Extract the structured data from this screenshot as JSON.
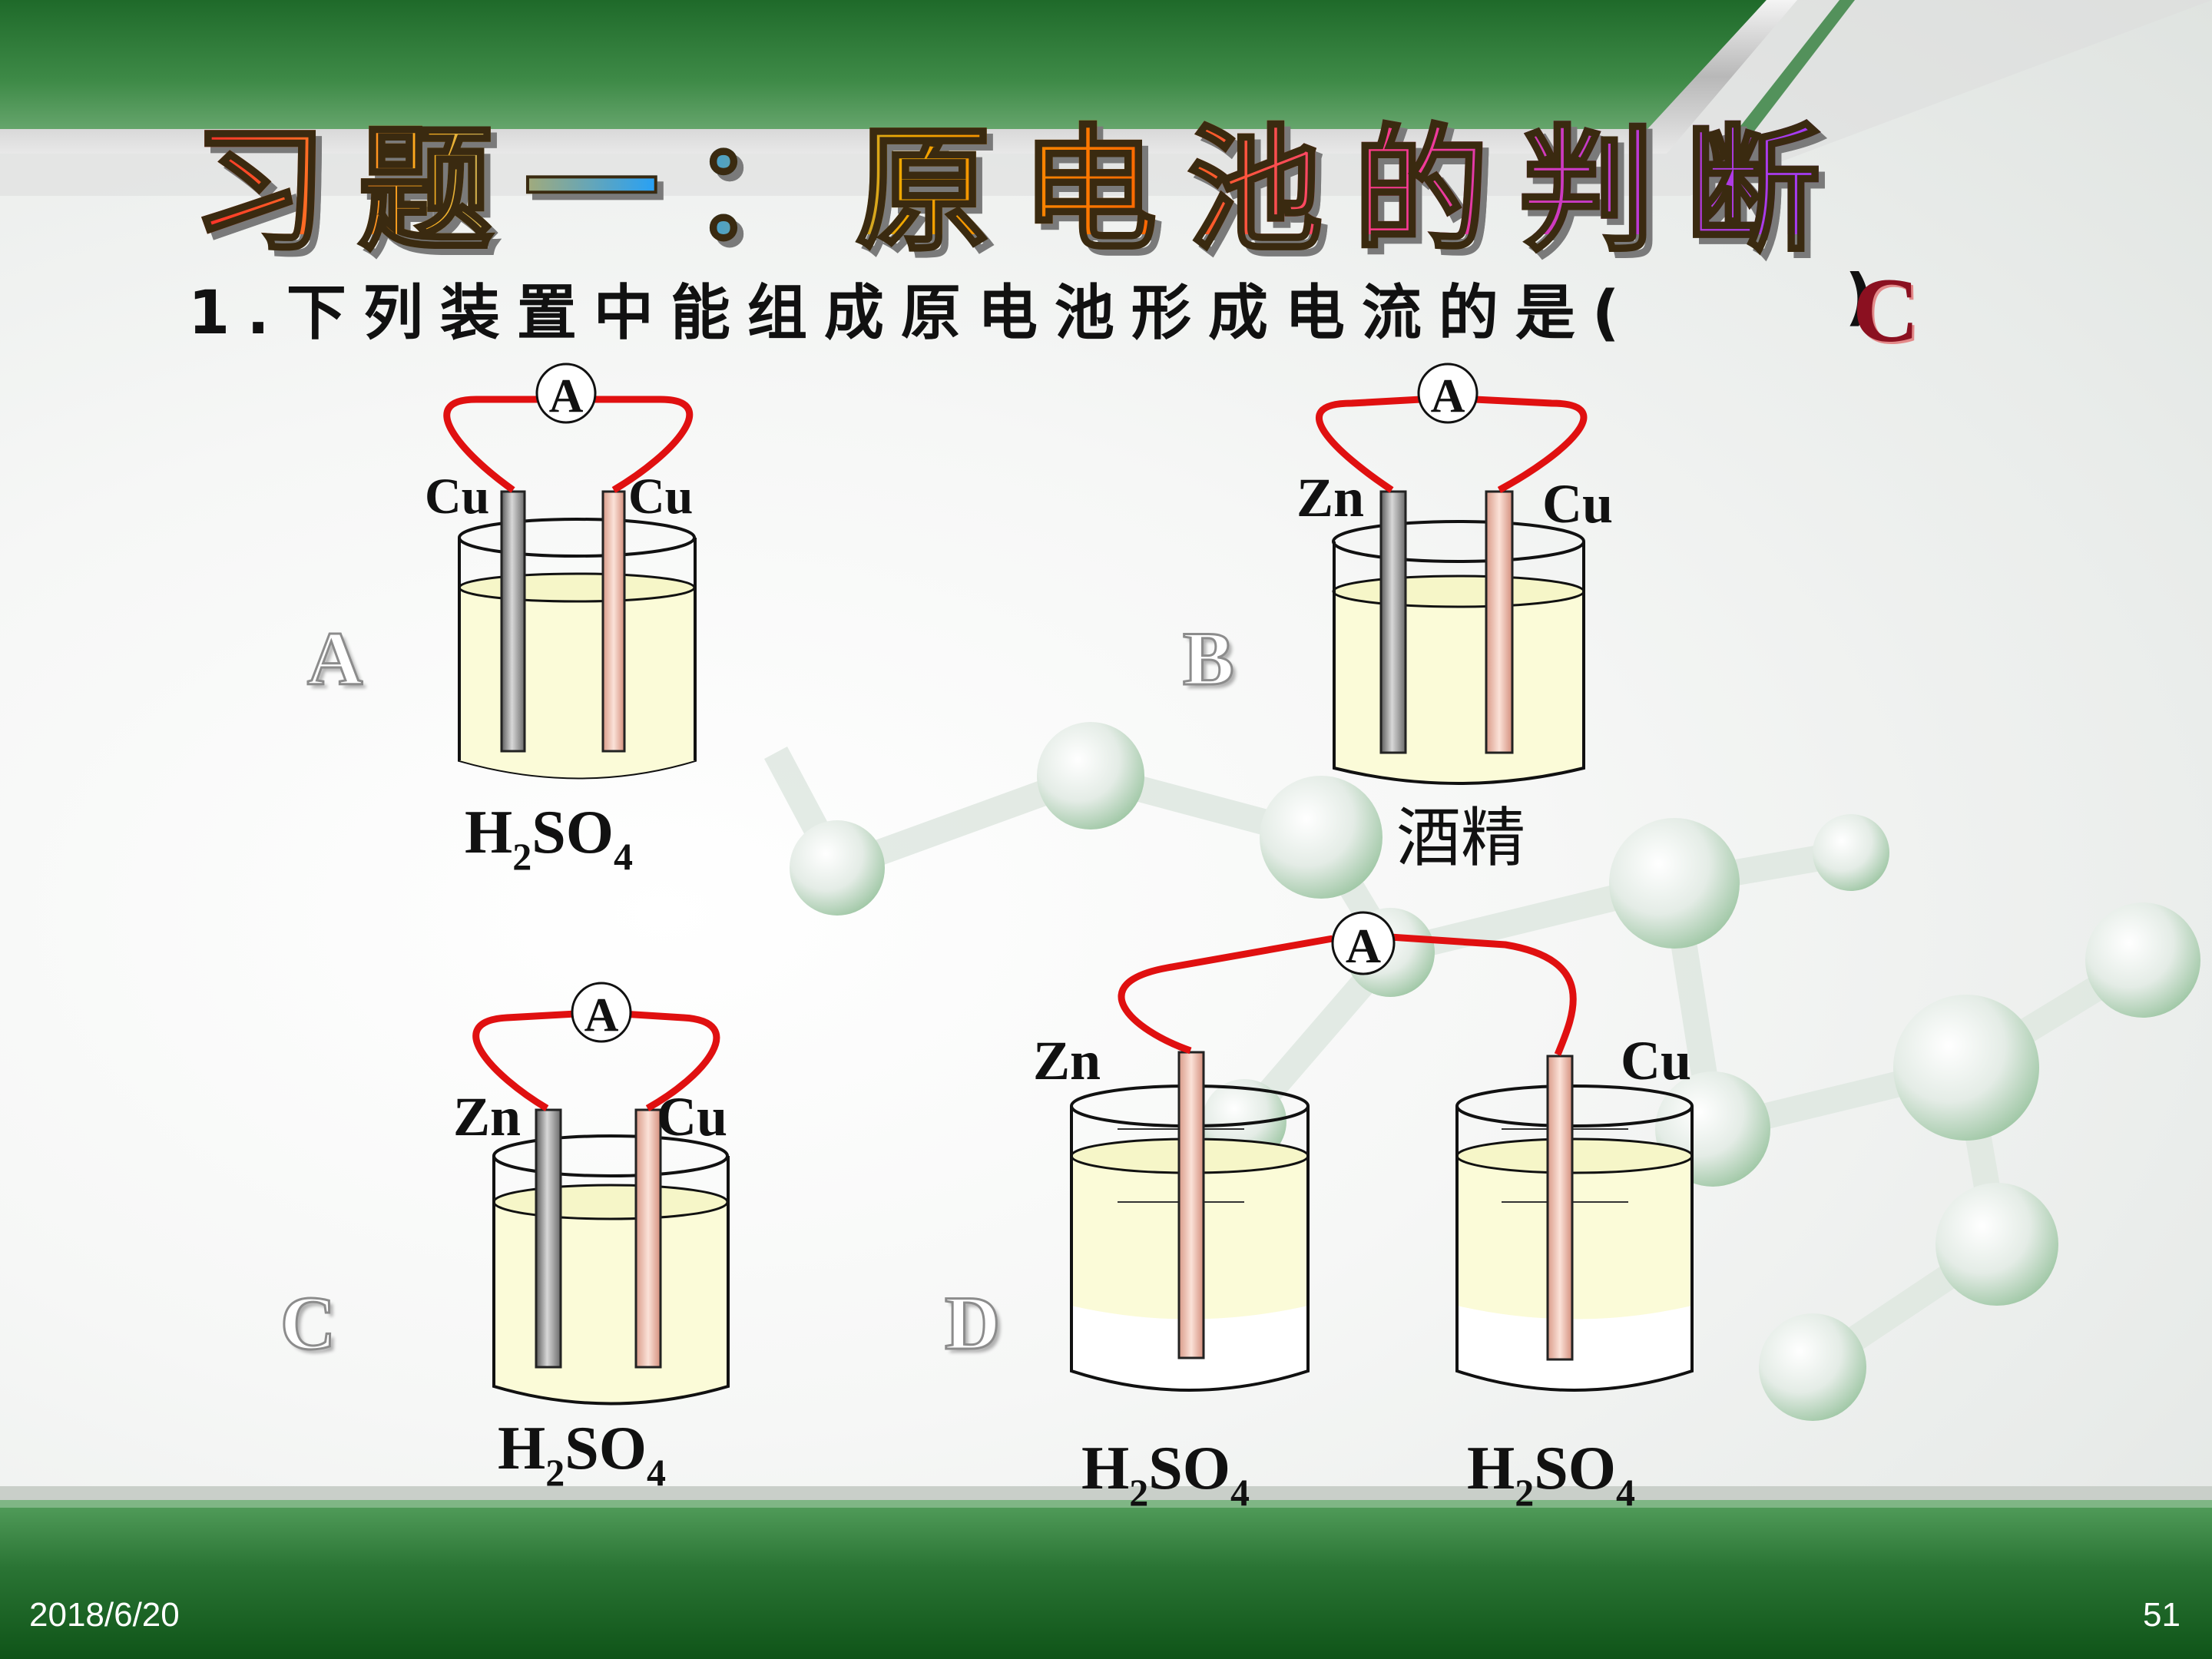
{
  "slide": {
    "title": "习题一：原电池的判断",
    "question": "1.下列装置中能组成原电池形成电流的是(",
    "question_close": ")",
    "answer": "C",
    "footer_date": "2018/6/20",
    "page_number": "51"
  },
  "options": {
    "a": {
      "label": "A",
      "left_electrode": "Cu",
      "right_electrode": "Cu",
      "meter": "A",
      "solution": "H",
      "sub_2": "2",
      "solution_mid": "SO",
      "sub_4": "4"
    },
    "b": {
      "label": "B",
      "left_electrode": "Zn",
      "right_electrode": "Cu",
      "meter": "A",
      "solution": "酒精"
    },
    "c": {
      "label": "C",
      "left_electrode": "Zn",
      "right_electrode": "Cu",
      "meter": "A",
      "solution": "H",
      "sub_2": "2",
      "solution_mid": "SO",
      "sub_4": "4"
    },
    "d": {
      "label": "D",
      "left_electrode": "Zn",
      "right_electrode": "Cu",
      "meter": "A",
      "left_solution": "H",
      "left_sub_2": "2",
      "left_solution_mid": "SO",
      "left_sub_4": "4",
      "right_solution": "H",
      "right_sub_2": "2",
      "right_solution_mid": "SO",
      "right_sub_4": "4"
    }
  },
  "colors": {
    "band_green": "#2f7d3a",
    "wire_red": "#e01010",
    "zinc_gray": "#8a8a8a",
    "copper_pink": "#f0b8a8",
    "liquid": "#fbfbd8",
    "answer_red": "#8b1020"
  }
}
